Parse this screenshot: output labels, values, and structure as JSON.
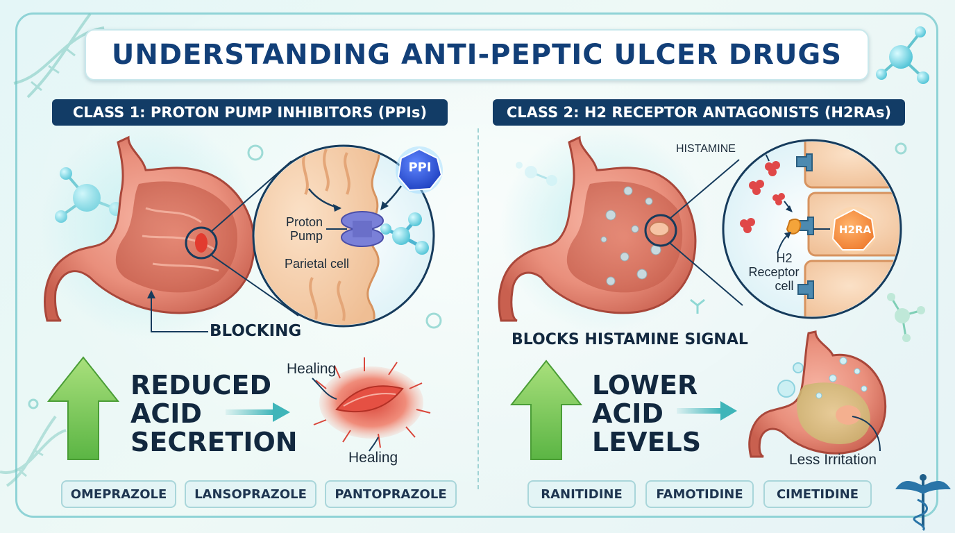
{
  "title": "UNDERSTANDING ANTI-PEPTIC ULCER DRUGS",
  "class1": {
    "header": "CLASS 1: PROTON PUMP INHIBITORS (PPIs)",
    "badge": "PPI",
    "pump_label_line1": "Proton",
    "pump_label_line2": "Pump",
    "cell_label": "Parietal cell",
    "blocking": "BLOCKING",
    "effect_line1": "REDUCED",
    "effect_line2": "ACID",
    "effect_line3": "SECRETION",
    "healing_top": "Healing",
    "healing_bottom": "Healing",
    "drugs": [
      "OMEPRAZOLE",
      "LANSOPRAZOLE",
      "PANTOPRAZOLE"
    ]
  },
  "class2": {
    "header": "CLASS 2: H2 RECEPTOR ANTAGONISTS (H2RAs)",
    "histamine": "HISTAMINE",
    "badge": "H2RA",
    "receptor_line1": "H2",
    "receptor_line2": "Receptor",
    "receptor_line3": "cell",
    "blocks": "BLOCKS HISTAMINE SIGNAL",
    "effect_line1": "LOWER",
    "effect_line2": "ACID",
    "effect_line3": "LEVELS",
    "irritation": "Less Irritation",
    "drugs": [
      "RANITIDINE",
      "FAMOTIDINE",
      "CIMETIDINE"
    ]
  },
  "colors": {
    "navy": "#123c66",
    "title": "#123f78",
    "teal": "#3fb5b9",
    "stomach": "#e98f7c",
    "arrow_green": "#72c84c"
  },
  "icons": [
    "dna-icon",
    "molecule-icon",
    "caduceus-icon"
  ]
}
